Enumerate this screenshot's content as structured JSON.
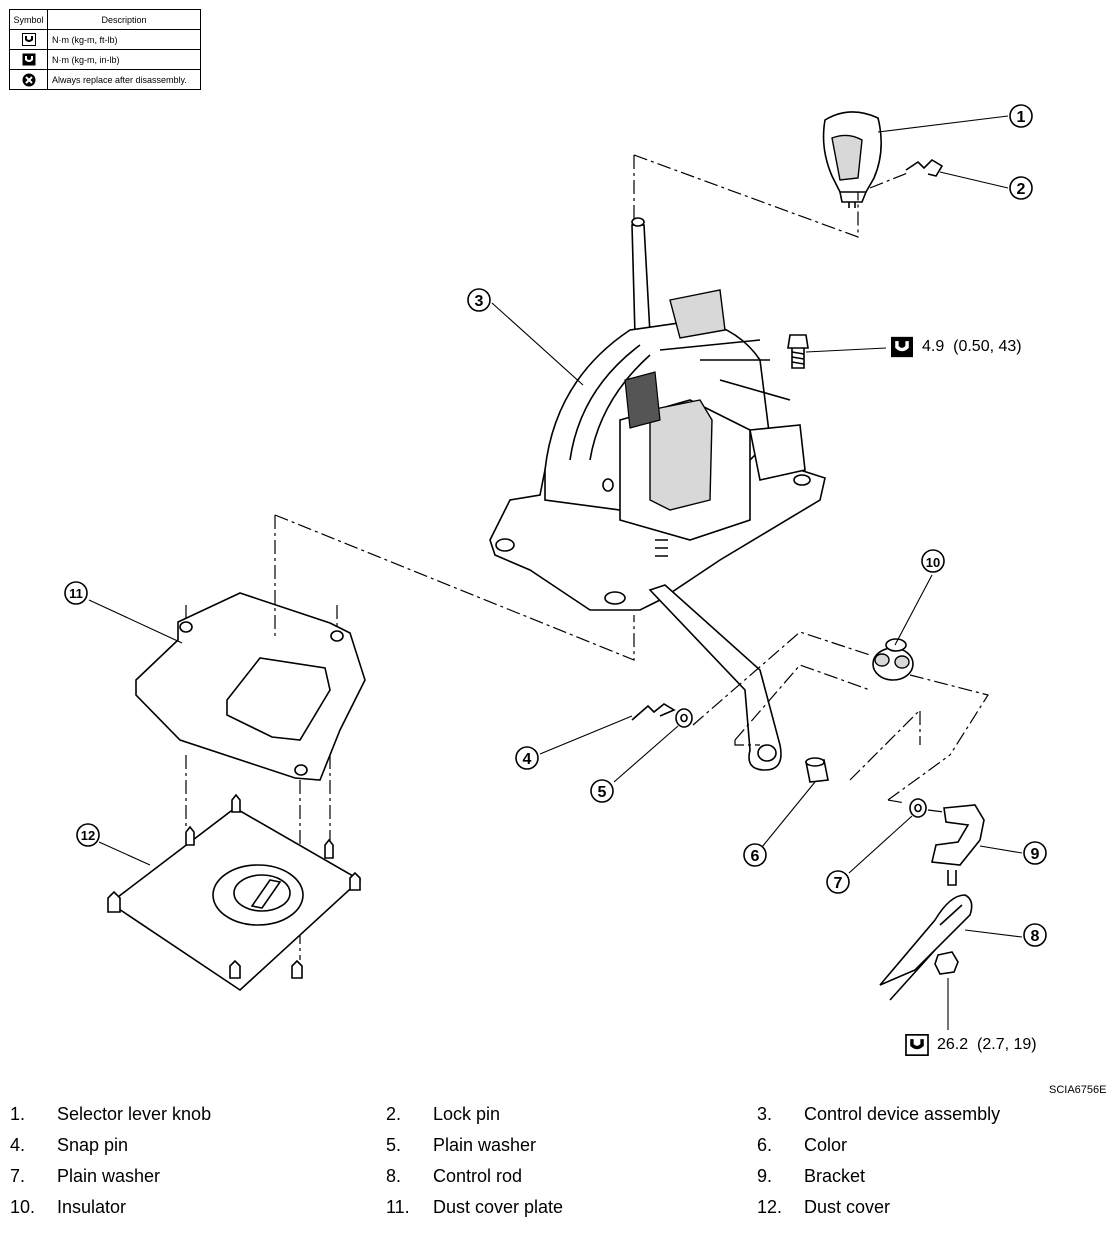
{
  "legend": {
    "header_symbol": "Symbol",
    "header_description": "Description",
    "rows": [
      {
        "icon": "torque-wrench-icon",
        "text": "N·m (kg-m, ft-lb)"
      },
      {
        "icon": "torque-wrench-small-icon",
        "text": "N·m (kg-m, in-lb)"
      },
      {
        "icon": "replace-icon",
        "text": "Always replace after disassembly."
      }
    ]
  },
  "callouts": [
    "1",
    "2",
    "3",
    "4",
    "5",
    "6",
    "7",
    "8",
    "9",
    "10",
    "11",
    "12"
  ],
  "torque_specs": [
    {
      "icon": "torque-wrench-small-icon",
      "value": "4.9  (0.50, 43)"
    },
    {
      "icon": "torque-wrench-icon",
      "value": "26.2  (2.7, 19)"
    }
  ],
  "doc_id": "SCIA6756E",
  "parts": [
    {
      "num": "1.",
      "name": "Selector lever knob"
    },
    {
      "num": "2.",
      "name": "Lock pin"
    },
    {
      "num": "3.",
      "name": "Control device assembly"
    },
    {
      "num": "4.",
      "name": "Snap pin"
    },
    {
      "num": "5.",
      "name": "Plain washer"
    },
    {
      "num": "6.",
      "name": "Color"
    },
    {
      "num": "7.",
      "name": "Plain washer"
    },
    {
      "num": "8.",
      "name": "Control rod"
    },
    {
      "num": "9.",
      "name": "Bracket"
    },
    {
      "num": "10.",
      "name": "Insulator"
    },
    {
      "num": "11.",
      "name": "Dust cover plate"
    },
    {
      "num": "12.",
      "name": "Dust cover"
    }
  ]
}
